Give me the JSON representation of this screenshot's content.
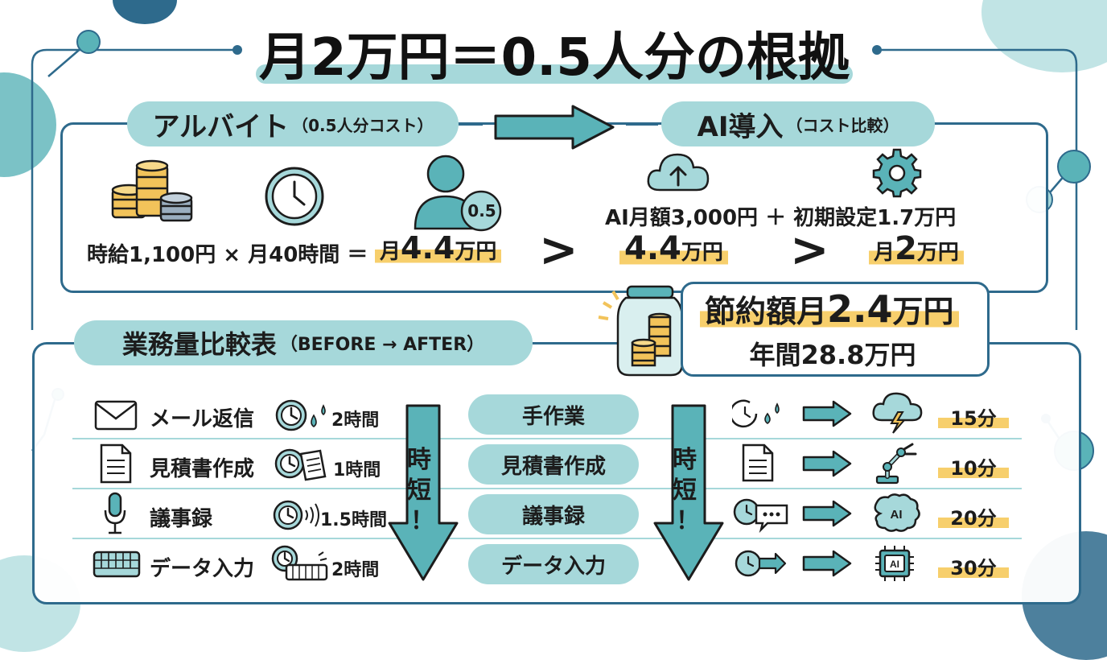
{
  "title": "月2万円＝0.5人分の根拠",
  "colors": {
    "teal": "#5ab3b8",
    "pale_teal": "#a6d8da",
    "navy": "#2e6a8c",
    "highlight": "#f7cf6c",
    "coin": "#f2c35a"
  },
  "arubaito": {
    "label": "アルバイト",
    "sub": "（0.5人分コスト）",
    "person_badge": "0.5",
    "formula": "時給1,100円 × 月40時間 ＝",
    "result_prefix": "月",
    "result_value": "4.4",
    "result_suffix": "万円"
  },
  "ai": {
    "label": "AI導入",
    "sub": "（コスト比較）",
    "formula": "AI月額3,000円 ＋ 初期設定1.7万円",
    "left_value": "4.4",
    "left_suffix": "万円",
    "right_prefix": "月",
    "right_value": "2",
    "right_suffix": "万円"
  },
  "compare_symbols": [
    ">",
    ">"
  ],
  "savings": {
    "line1_prefix": "節約額月",
    "line1_value": "2.4",
    "line1_suffix": "万円",
    "line2": "年間28.8万円"
  },
  "table": {
    "label": "業務量比較表",
    "sub": "（BEFORE → AFTER）",
    "arrow_text_chars": [
      "時",
      "短",
      "！"
    ],
    "before": [
      {
        "task": "メール返信",
        "time": "2時間",
        "icon": "mail-icon"
      },
      {
        "task": "見積書作成",
        "time": "1時間",
        "icon": "document-icon"
      },
      {
        "task": "議事録",
        "time": "1.5時間",
        "icon": "microphone-icon"
      },
      {
        "task": "データ入力",
        "time": "2時間",
        "icon": "keyboard-icon"
      }
    ],
    "middle": [
      "手作業",
      "見積書作成",
      "議事録",
      "データ入力"
    ],
    "after": [
      {
        "time": "15分",
        "icon": "cloud-bolt-icon"
      },
      {
        "time": "10分",
        "icon": "robot-arm-icon"
      },
      {
        "time": "20分",
        "icon": "ai-brain-icon"
      },
      {
        "time": "30分",
        "icon": "ai-chip-icon"
      }
    ]
  }
}
